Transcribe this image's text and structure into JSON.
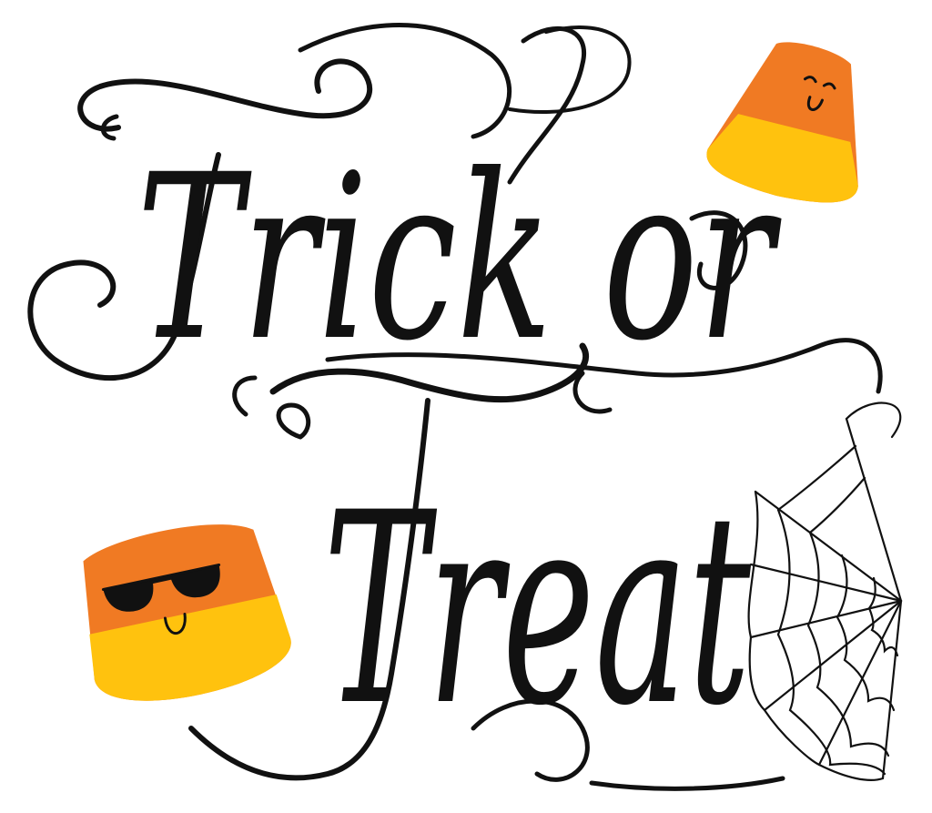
{
  "artwork": {
    "line_1": "Trick or",
    "line_2": "Treat",
    "colors": {
      "ink": "#111111",
      "candy_top": "#f07a23",
      "candy_middle": "#f07a23",
      "candy_bottom": "#ffc20e",
      "background": "#ffffff"
    },
    "decorations": [
      "candy-corn-smiling",
      "candy-corn-sunglasses",
      "spider-web"
    ]
  }
}
